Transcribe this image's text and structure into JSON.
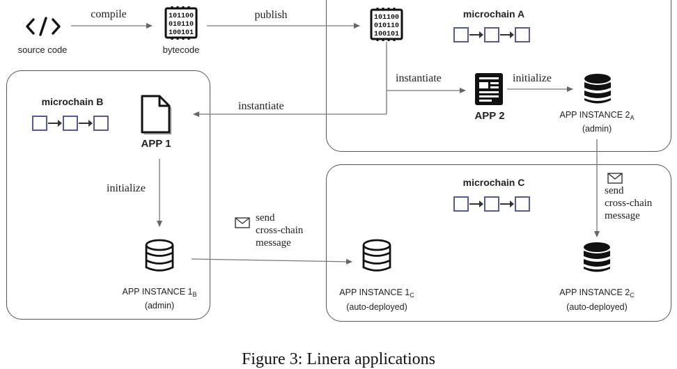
{
  "title": "Linera applications",
  "top": {
    "source_code": "source code",
    "compile": "compile",
    "bytecode": "bytecode",
    "publish": "publish",
    "bin_lines": [
      "101100",
      "010110",
      "100101"
    ]
  },
  "chain_a": {
    "name": "microchain A",
    "instantiate": "instantiate",
    "initialize": "initialize",
    "app": "APP 2",
    "instance": "APP INSTANCE 2",
    "instance_sub": "A",
    "instance_role": "(admin)"
  },
  "chain_b": {
    "name": "microchain B",
    "instantiate": "instantiate",
    "app": "APP 1",
    "initialize": "initialize",
    "instance": "APP INSTANCE 1",
    "instance_sub": "B",
    "instance_role": "(admin)"
  },
  "chain_c": {
    "name": "microchain C",
    "instance1": "APP INSTANCE 1",
    "instance1_sub": "C",
    "instance1_role": "(auto-deployed)",
    "instance2": "APP INSTANCE 2",
    "instance2_sub": "C",
    "instance2_role": "(auto-deployed)"
  },
  "messages": {
    "left": [
      "send",
      "cross-chain",
      "message"
    ],
    "right": [
      "send",
      "cross-chain",
      "message"
    ]
  },
  "caption": "Figure 3: Linera applications",
  "colors": {
    "block_border": "#555a9b",
    "arrow": "#666666",
    "box_border": "#555555"
  }
}
